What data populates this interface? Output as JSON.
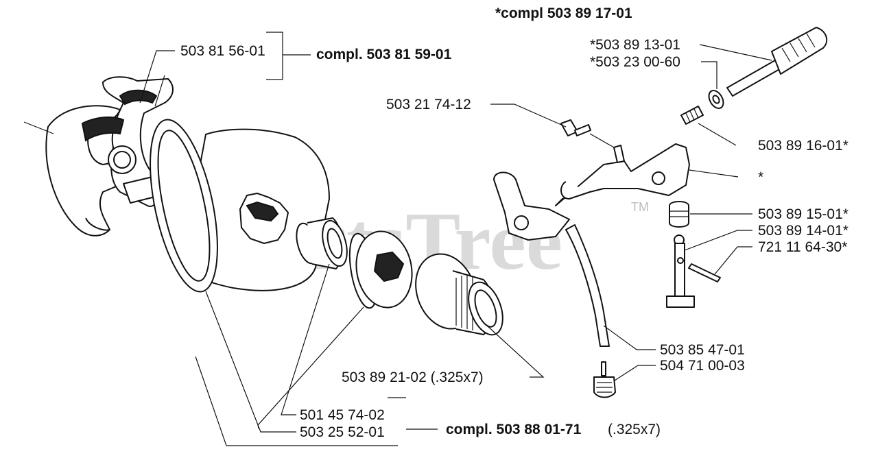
{
  "watermark": {
    "text": "PartsTree",
    "tm": "TM"
  },
  "labels": {
    "clutch_shoe": "503 81 56-01",
    "clutch_compl": "compl. 503 81 59-01",
    "oil_kit_compl": "*compl  503 89 17-01",
    "adjuster_knob": "*503 89 13-01",
    "washer": "*503 23 00-60",
    "screw": "503 21 74-12",
    "lever": "503 89 16-01*",
    "lever_star": "*",
    "spring": "503 89 15-01*",
    "pump_piston": "503 89 14-01*",
    "pin": "721 11 64-30*",
    "oil_hose": "503 85 47-01",
    "oil_filter": "504 71 00-03",
    "sprocket_rim": "503 89 21-02 (.325x7)",
    "needle_bearing": "501 45 74-02",
    "drum": "503 25 52-01",
    "drum_compl": "compl. 503 88 01-71",
    "drum_compl_spec": "(.325x7)"
  },
  "icons": [
    "clutch-shoe-icon",
    "clutch-drum-icon",
    "needle-bearing-icon",
    "sprocket-rim-icon",
    "spur-sprocket-icon",
    "oil-pump-lever-icon",
    "oil-hose-icon",
    "oil-filter-icon",
    "adjuster-knob-icon",
    "pump-piston-icon"
  ]
}
